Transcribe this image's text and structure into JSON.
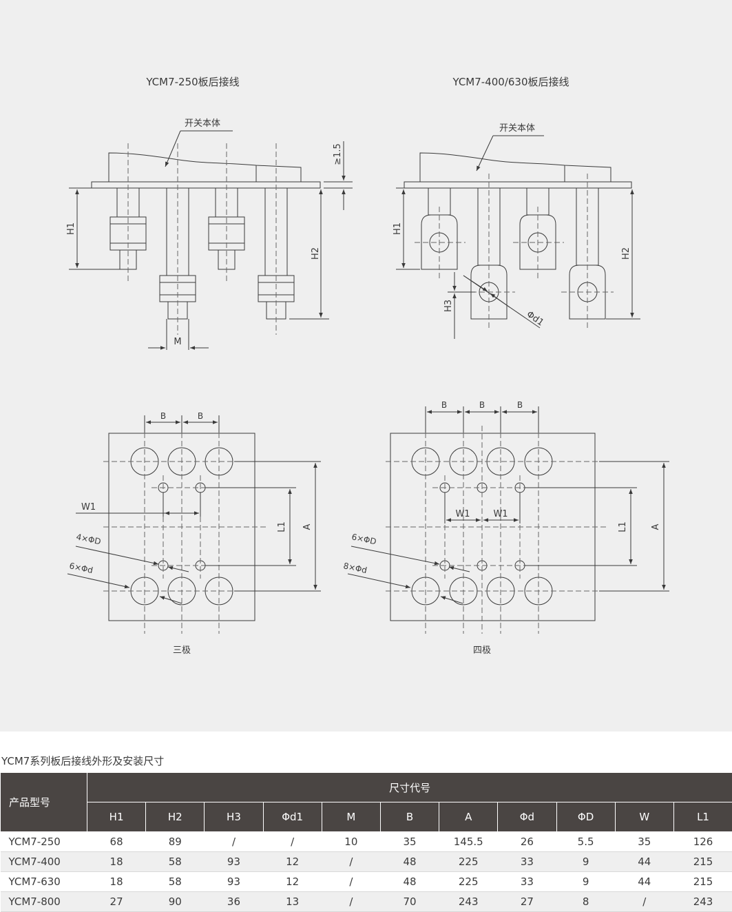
{
  "drawing": {
    "titles": {
      "ycm250": "YCM7-250板后接线",
      "ycm400": "YCM7-400/630板后接线"
    },
    "labels": {
      "body": "开关本体",
      "gap": "≥1.5",
      "h1": "H1",
      "h2": "H2",
      "h3": "H3",
      "m": "M",
      "phi_d1": "Φd1",
      "b": "B",
      "w1": "W1",
      "l1": "L1",
      "a": "A",
      "three_phi_D": "4×ΦD",
      "three_phi_d": "6×Φd",
      "four_phi_D": "6×ΦD",
      "four_phi_d": "8×Φd",
      "three_pole": "三极",
      "four_pole": "四极"
    }
  },
  "table": {
    "caption": "YCM7系列板后接线外形及安装尺寸",
    "model_header": "产品型号",
    "group_header": "尺寸代号",
    "columns": [
      "H1",
      "H2",
      "H3",
      "Φd1",
      "M",
      "B",
      "A",
      "Φd",
      "ΦD",
      "W",
      "L1"
    ],
    "rows": [
      {
        "model": "YCM7-250",
        "values": [
          "68",
          "89",
          "/",
          "/",
          "10",
          "35",
          "145.5",
          "26",
          "5.5",
          "35",
          "126"
        ]
      },
      {
        "model": "YCM7-400",
        "values": [
          "18",
          "58",
          "93",
          "12",
          "/",
          "48",
          "225",
          "33",
          "9",
          "44",
          "215"
        ]
      },
      {
        "model": "YCM7-630",
        "values": [
          "18",
          "58",
          "93",
          "12",
          "/",
          "48",
          "225",
          "33",
          "9",
          "44",
          "215"
        ]
      },
      {
        "model": "YCM7-800",
        "values": [
          "27",
          "90",
          "36",
          "13",
          "/",
          "70",
          "243",
          "27",
          "8",
          "/",
          "243"
        ]
      }
    ]
  }
}
